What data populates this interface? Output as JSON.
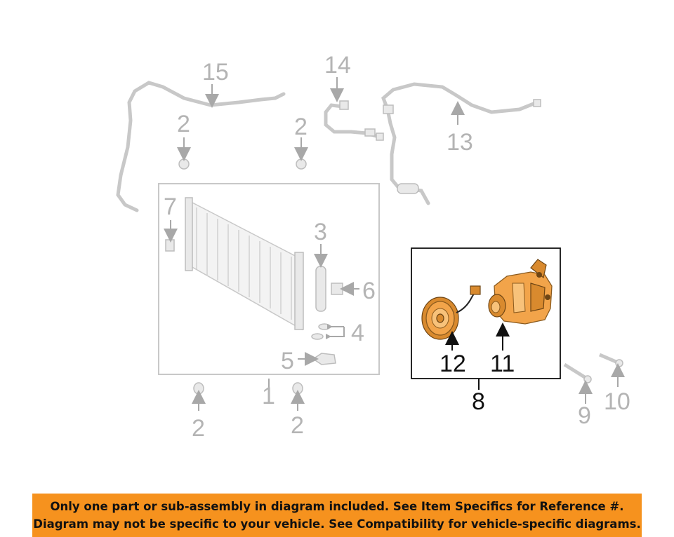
{
  "callouts": {
    "c1": "1",
    "c2a": "2",
    "c2b": "2",
    "c2c": "2",
    "c2d": "2",
    "c3": "3",
    "c4": "4",
    "c5": "5",
    "c6": "6",
    "c7": "7",
    "c8": "8",
    "c9": "9",
    "c10": "10",
    "c11": "11",
    "c12": "12",
    "c13": "13",
    "c14": "14",
    "c15": "15"
  },
  "disclaimer": {
    "line1": "Only one part or sub-assembly in diagram included. See Item Specifics for Reference #.",
    "line2": "Diagram may not be specific to your vehicle. See Compatibility for vehicle-specific diagrams."
  },
  "colors": {
    "highlight_part": "#f2a44a",
    "banner": "#f6921e",
    "ghost_part": "#c8c8c8"
  }
}
